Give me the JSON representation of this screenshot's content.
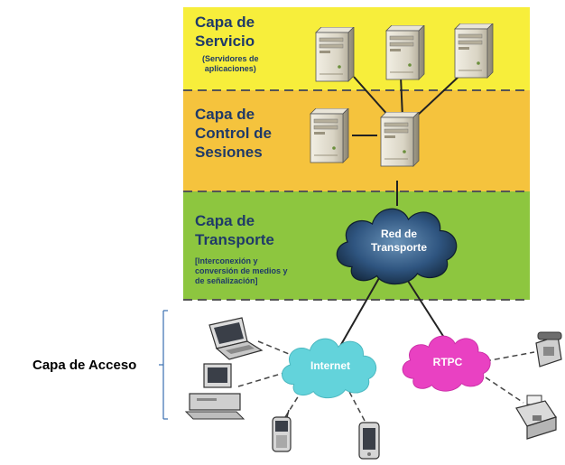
{
  "layers": [
    {
      "key": "servicio",
      "title_line1": "Capa de",
      "title_line2": "Servicio",
      "title_line3": "",
      "subtitle_line1": "(Servidores de",
      "subtitle_line2": "aplicaciones)",
      "subtitle_line3": "",
      "color": "#f7ee3b"
    },
    {
      "key": "control",
      "title_line1": "Capa de",
      "title_line2": "Control de",
      "title_line3": "Sesiones",
      "subtitle_line1": "",
      "subtitle_line2": "",
      "subtitle_line3": "",
      "color": "#f5c33d"
    },
    {
      "key": "transporte",
      "title_line1": "Capa de",
      "title_line2": "Transporte",
      "title_line3": "",
      "subtitle_line1": "[Interconexión y",
      "subtitle_line2": "conversión de medios y",
      "subtitle_line3": "de señalización]",
      "color": "#8dc63f"
    }
  ],
  "clouds": {
    "transport": {
      "line1": "Red de",
      "line2": "Transporte",
      "color": "#2a4e74"
    },
    "internet": {
      "label": "Internet",
      "color": "#63d3db"
    },
    "rtpc": {
      "label": "RTPC",
      "color": "#e941c2"
    }
  },
  "access": {
    "label": "Capa de Acceso"
  },
  "icons": [
    "server-icon",
    "laptop-icon",
    "desktop-computer-icon",
    "mobile-phone-icon",
    "telephone-icon",
    "fax-icon"
  ],
  "colors": {
    "text": "#1f3a68",
    "divider": "#555555",
    "bracket": "#3a6fb0"
  }
}
